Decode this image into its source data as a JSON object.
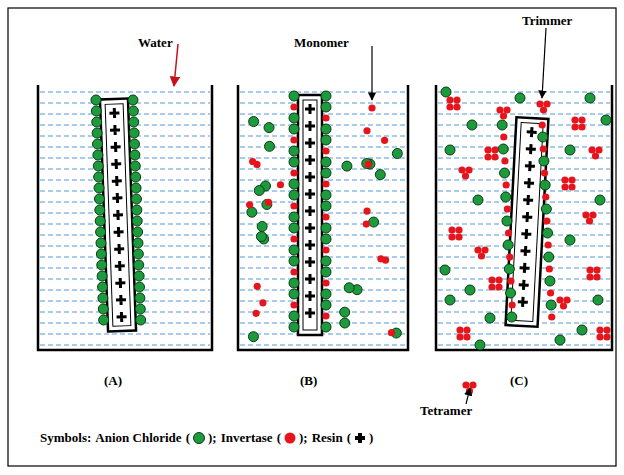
{
  "diagram": {
    "labels": [
      "Water",
      "Monomer",
      "Trimmer",
      "Tetramer",
      "(A)",
      "(B)",
      "(C)",
      "Symbols:",
      "(",
      ");",
      "(",
      ");",
      "(",
      ")"
    ],
    "legend": [
      {
        "text": "Anion Chloride",
        "color": "#1c9a3c"
      },
      {
        "text": "Invertase",
        "color": "#e8141c"
      },
      {
        "text": "Resin"
      }
    ]
  }
}
